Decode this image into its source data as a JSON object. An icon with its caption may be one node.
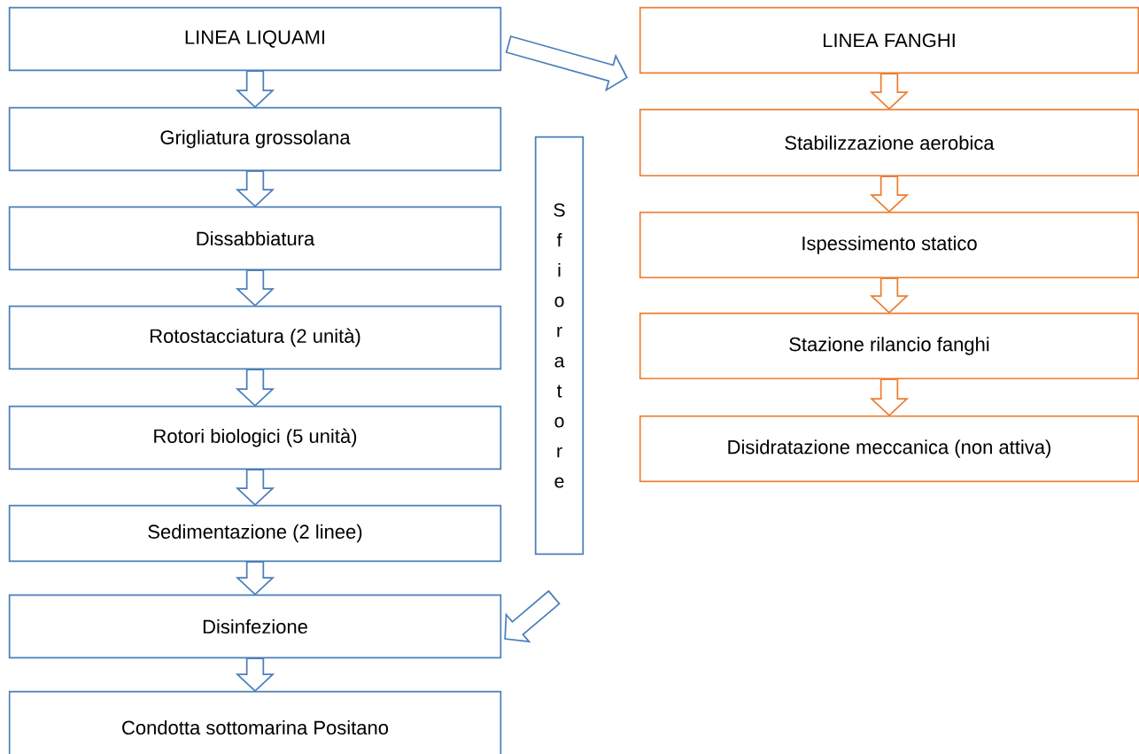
{
  "diagram": {
    "nodes": [
      {
        "text": [
          "LINEA LIQUAMI"
        ]
      },
      {
        "text": [
          "Grigliatura grossolana"
        ]
      },
      {
        "text": [
          "Dissabbiatura"
        ]
      },
      {
        "text": [
          "Rotostacciatura (2 unità)"
        ]
      },
      {
        "text": [
          "Rotori biologici (5 unità)"
        ]
      },
      {
        "text": [
          "Sedimentazione (2 linee)"
        ]
      },
      {
        "text": [
          "Disinfezione"
        ]
      },
      {
        "text": [
          "Condotta sottomarina Positano"
        ]
      },
      {
        "text": [
          "LINEA FANGHI"
        ]
      },
      {
        "text": [
          "Stabilizzazione aerobica"
        ]
      },
      {
        "text": [
          "Ispessimento statico"
        ]
      },
      {
        "text": [
          "Stazione rilancio fanghi"
        ]
      },
      {
        "text": [
          "Disidratazione meccanica (non attiva)"
        ]
      },
      {
        "text": [
          "Sfioratore"
        ]
      }
    ],
    "edges": [
      {
        "from": 0,
        "to": 1,
        "arrow": "to"
      },
      {
        "from": 1,
        "to": 2,
        "arrow": "to"
      },
      {
        "from": 2,
        "to": 3,
        "arrow": "to"
      },
      {
        "from": 3,
        "to": 4,
        "arrow": "to"
      },
      {
        "from": 4,
        "to": 5,
        "arrow": "to"
      },
      {
        "from": 5,
        "to": 6,
        "arrow": "to"
      },
      {
        "from": 6,
        "to": 7,
        "arrow": "to"
      },
      {
        "from": 0,
        "to": 8,
        "arrow": "to"
      },
      {
        "from": 8,
        "to": 9,
        "arrow": "to",
        "color": "#ed7d31"
      },
      {
        "from": 9,
        "to": 10,
        "arrow": "to",
        "color": "#ed7d31"
      },
      {
        "from": 10,
        "to": 11,
        "arrow": "to",
        "color": "#ed7d31"
      },
      {
        "from": 11,
        "to": 12,
        "arrow": "to",
        "color": "#ed7d31"
      },
      {
        "from": 13,
        "to": 6,
        "arrow": "to"
      }
    ]
  }
}
